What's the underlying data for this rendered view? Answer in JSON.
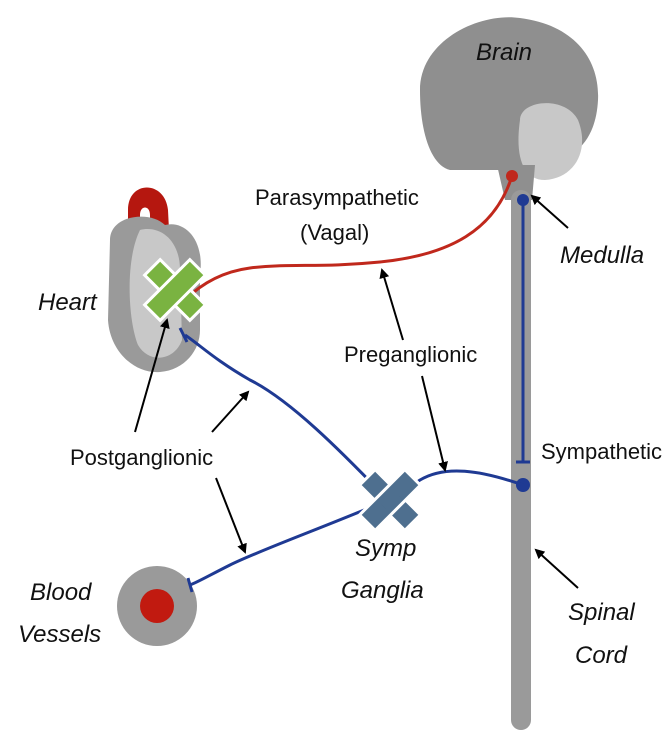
{
  "labels": {
    "brain": "Brain",
    "medulla": "Medulla",
    "heart": "Heart",
    "blood_vessels_line1": "Blood",
    "blood_vessels_line2": "Vessels",
    "parasympathetic_line1": "Parasympathetic",
    "parasympathetic_line2": "(Vagal)",
    "preganglionic": "Preganglionic",
    "postganglionic": "Postganglionic",
    "sympathetic": "Sympathetic",
    "symp_ganglia_line1": "Symp",
    "symp_ganglia_line2": "Ganglia",
    "spinal_cord_line1": "Spinal",
    "spinal_cord_line2": "Cord"
  },
  "colors": {
    "parasympathetic": "#c0281c",
    "sympathetic": "#1f3a93",
    "tissue_gray": "#9a9a9a",
    "light_gray": "#c8c8c8",
    "heart_red": "#b5170f",
    "green_x": "#7ab341",
    "blue_x": "#4e6f8f"
  },
  "icons": {
    "heart_block": "green-x-icon",
    "ganglia_block": "blue-x-icon"
  }
}
